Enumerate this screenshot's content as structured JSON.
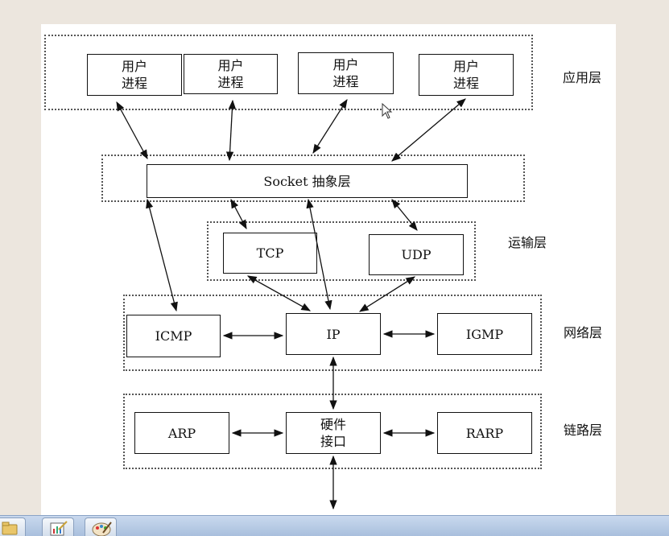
{
  "layers": {
    "application": "应用层",
    "transport": "运输层",
    "network": "网络层",
    "link": "链路层"
  },
  "boxes": {
    "user_process_1": "用户\n进程",
    "user_process_2": "用户\n进程",
    "user_process_3": "用户\n进程",
    "user_process_4": "用户\n进程",
    "socket": "Socket 抽象层",
    "tcp": "TCP",
    "udp": "UDP",
    "icmp": "ICMP",
    "ip": "IP",
    "igmp": "IGMP",
    "arp": "ARP",
    "hardware_interface": "硬件\n接口",
    "rarp": "RARP"
  },
  "taskbar": {
    "icons": [
      "folder-icon",
      "chart-editor-icon",
      "paint-palette-icon"
    ]
  }
}
